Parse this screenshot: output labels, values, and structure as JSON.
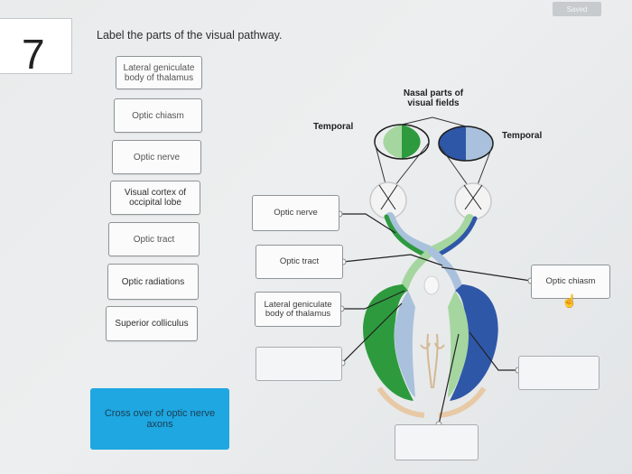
{
  "header": {
    "saved_label": "Saved",
    "question_number": "7",
    "prompt": "Label the parts of the visual pathway."
  },
  "label_bank": [
    {
      "text": "Lateral geniculate body of thalamus"
    },
    {
      "text": "Optic chiasm"
    },
    {
      "text": "Optic nerve"
    },
    {
      "text": "Visual cortex of occipital lobe"
    },
    {
      "text": "Optic tract"
    },
    {
      "text": "Optic radiations"
    },
    {
      "text": "Superior colliculus"
    }
  ],
  "hint_box": {
    "text": "Cross over of optic nerve axons"
  },
  "diagram": {
    "nasal_label": "Nasal parts of visual fields",
    "temporal_left": "Temporal",
    "temporal_right": "Temporal",
    "targets": [
      {
        "text": "Optic nerve"
      },
      {
        "text": "Optic tract"
      },
      {
        "text": "Lateral geniculate body of thalamus"
      },
      {
        "text": ""
      },
      {
        "text": ""
      },
      {
        "text": "Optic chiasm"
      }
    ]
  },
  "colors": {
    "accent_blue": "#1ea7e1",
    "green": "#2e9a3e",
    "light_green": "#a5d6a0",
    "dark_blue": "#2f57a8",
    "light_blue": "#a9c1dc"
  },
  "icons": {
    "cursor": "hand-pointer-icon"
  }
}
